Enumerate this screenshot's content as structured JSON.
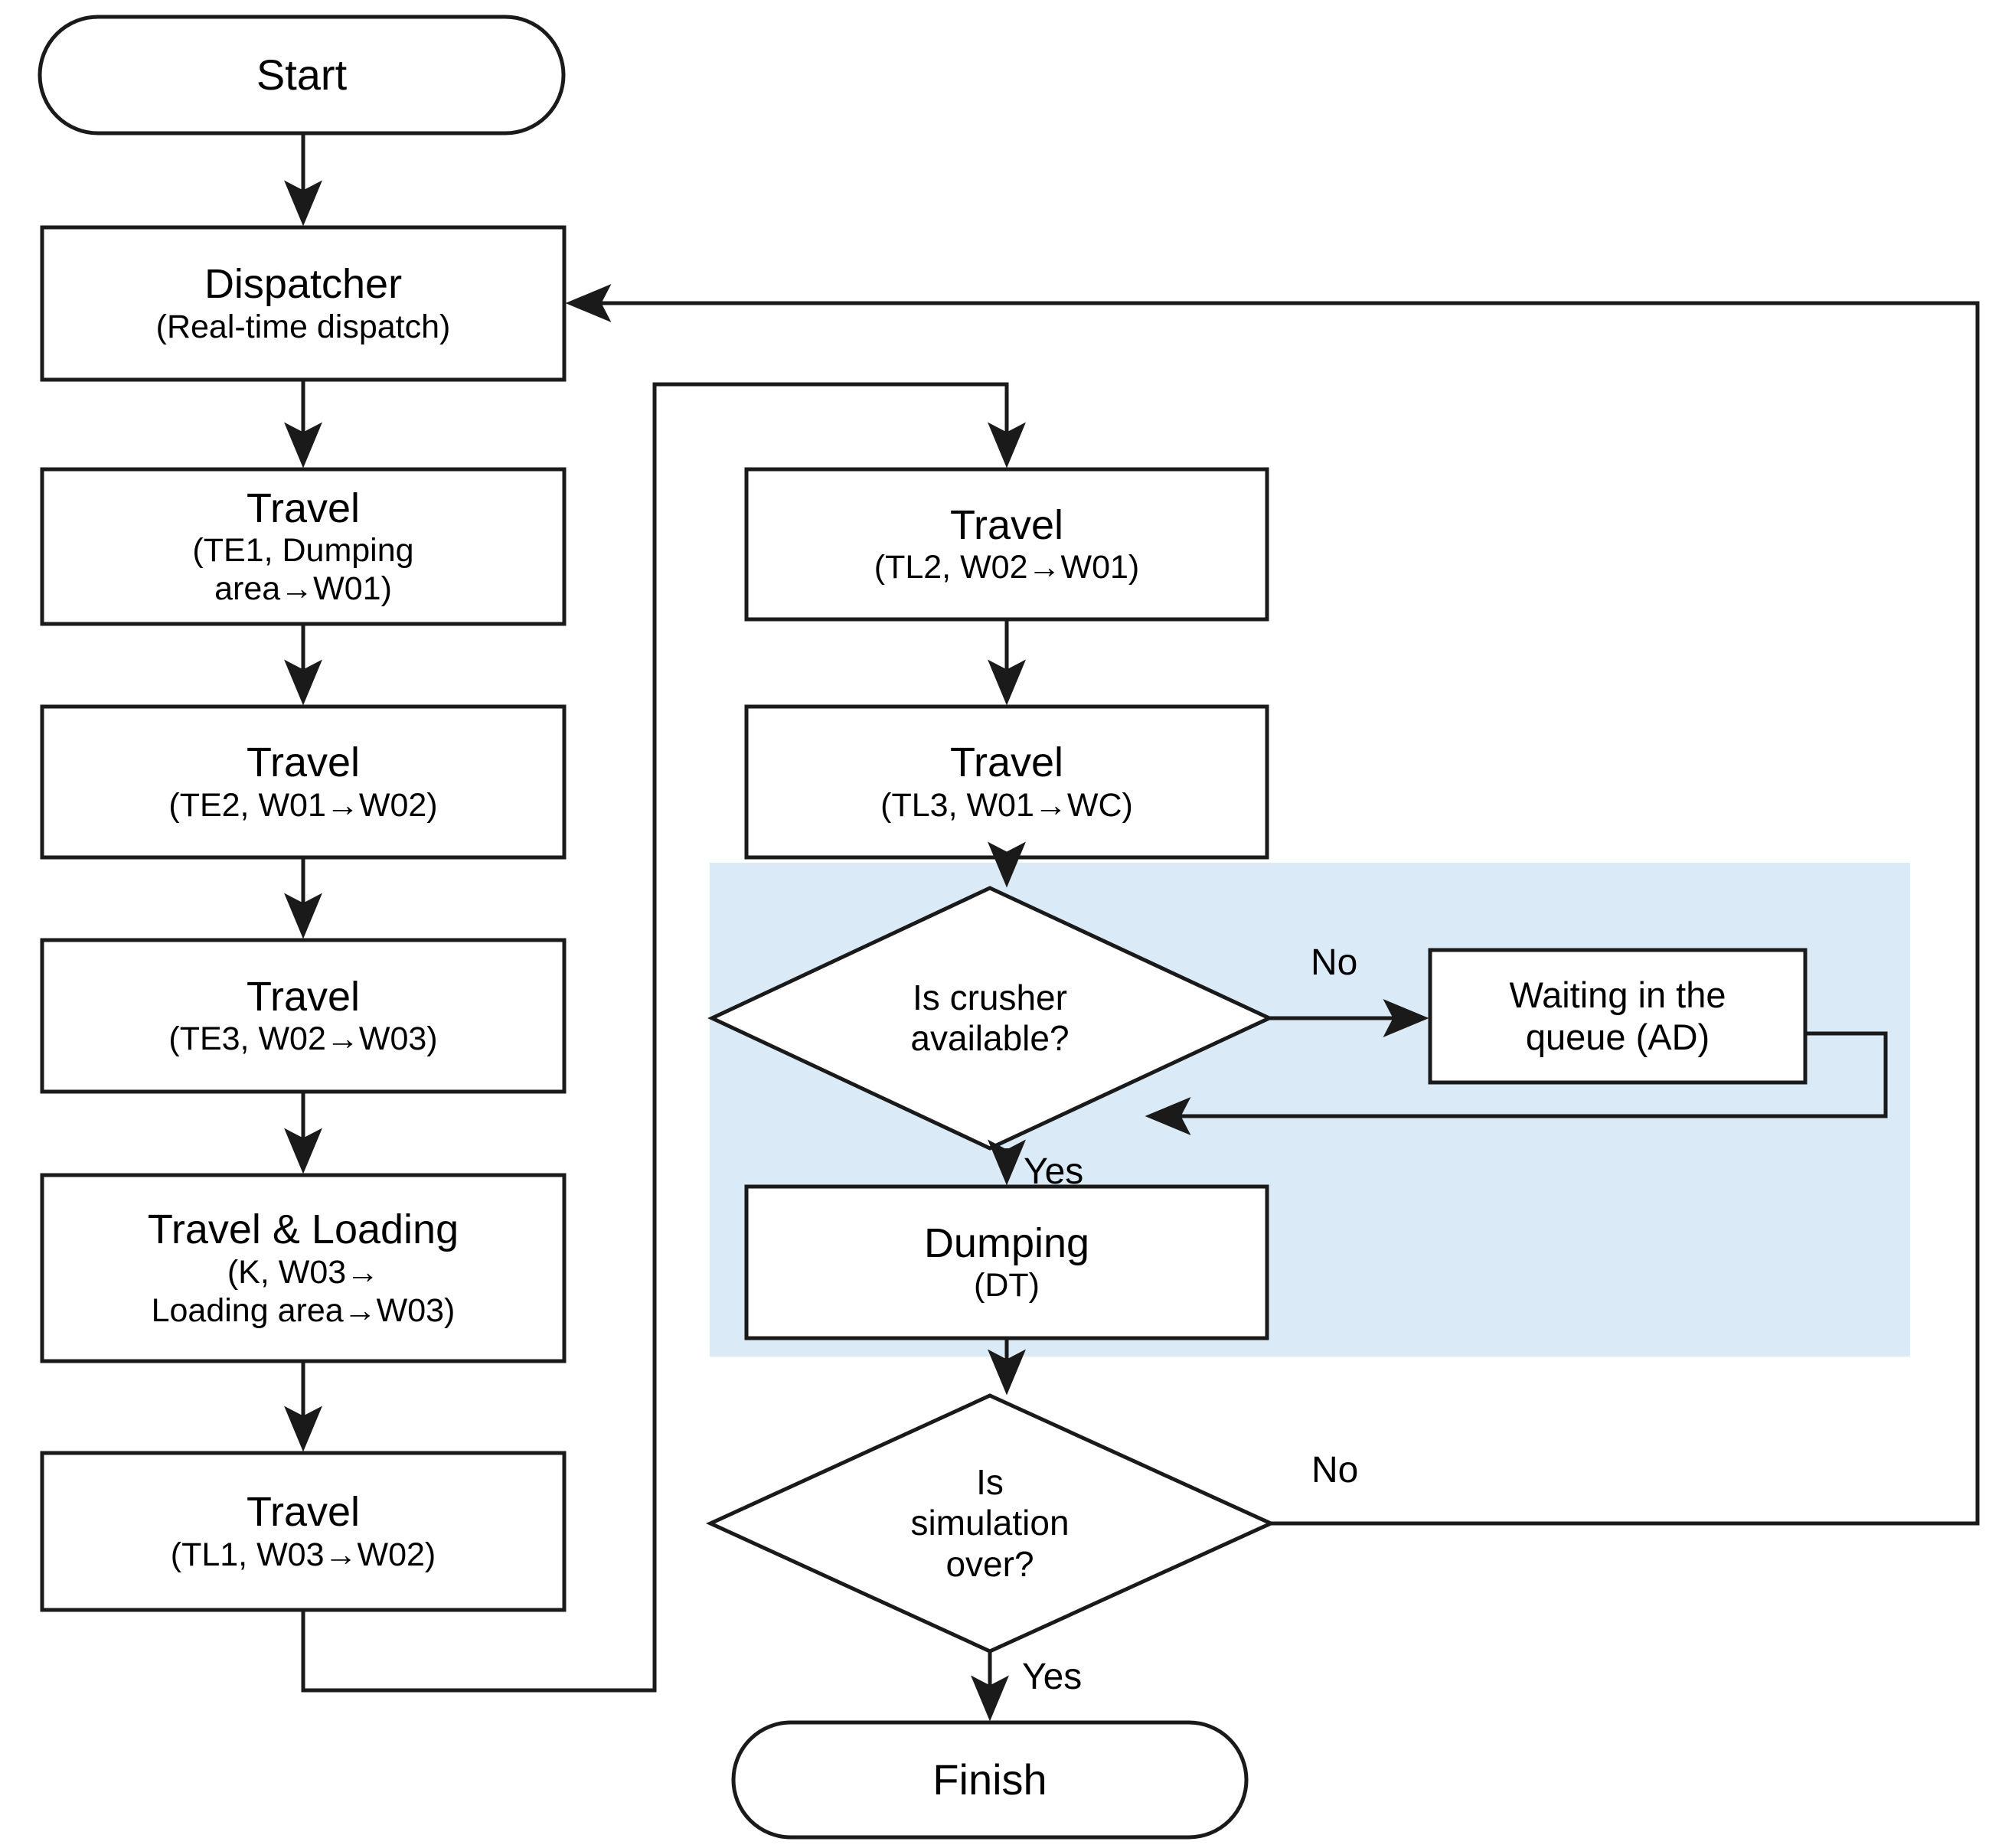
{
  "diagram": {
    "type": "flowchart",
    "title": "Truck haulage simulation process flowchart",
    "colors": {
      "highlight_region": "#daeaf6",
      "stroke": "#1a1a1a",
      "node_fill": "#ffffff",
      "background": "#ffffff"
    },
    "highlight_region_label": "crusher-dumping-subprocess"
  },
  "nodes": {
    "start": {
      "shape": "terminator",
      "label": "Start"
    },
    "dispatcher": {
      "shape": "process",
      "title": "Dispatcher",
      "subtitle": "(Real-time dispatch)"
    },
    "travel_te1": {
      "shape": "process",
      "title": "Travel",
      "subtitle_line1": "(TE1, Dumping",
      "subtitle_line2": "area→W01)"
    },
    "travel_te2": {
      "shape": "process",
      "title": "Travel",
      "subtitle": "(TE2, W01→W02)"
    },
    "travel_te3": {
      "shape": "process",
      "title": "Travel",
      "subtitle": "(TE3, W02→W03)"
    },
    "travel_loading_k": {
      "shape": "process",
      "title": "Travel & Loading",
      "subtitle_line1": "(K, W03→",
      "subtitle_line2": "Loading area→W03)"
    },
    "travel_tl1": {
      "shape": "process",
      "title": "Travel",
      "subtitle": "(TL1, W03→W02)"
    },
    "travel_tl2": {
      "shape": "process",
      "title": "Travel",
      "subtitle": "(TL2, W02→W01)"
    },
    "travel_tl3": {
      "shape": "process",
      "title": "Travel",
      "subtitle": "(TL3, W01→WC)"
    },
    "crusher_decision": {
      "shape": "decision",
      "line1": "Is crusher",
      "line2": "available?"
    },
    "waiting_queue": {
      "shape": "process",
      "line1": "Waiting in the",
      "line2": "queue (AD)"
    },
    "dumping": {
      "shape": "process",
      "title": "Dumping",
      "subtitle": "(DT)"
    },
    "simulation_decision": {
      "shape": "decision",
      "line1": "Is",
      "line2": "simulation",
      "line3": "over?"
    },
    "finish": {
      "shape": "terminator",
      "label": "Finish"
    }
  },
  "edge_labels": {
    "crusher_no": "No",
    "crusher_yes": "Yes",
    "simulation_no": "No",
    "simulation_yes": "Yes"
  },
  "edges": [
    {
      "from": "start",
      "to": "dispatcher",
      "label": ""
    },
    {
      "from": "dispatcher",
      "to": "travel_te1",
      "label": ""
    },
    {
      "from": "travel_te1",
      "to": "travel_te2",
      "label": ""
    },
    {
      "from": "travel_te2",
      "to": "travel_te3",
      "label": ""
    },
    {
      "from": "travel_te3",
      "to": "travel_loading_k",
      "label": ""
    },
    {
      "from": "travel_loading_k",
      "to": "travel_tl1",
      "label": ""
    },
    {
      "from": "travel_tl1",
      "to": "travel_tl2",
      "label": ""
    },
    {
      "from": "travel_tl2",
      "to": "travel_tl3",
      "label": ""
    },
    {
      "from": "travel_tl3",
      "to": "crusher_decision",
      "label": ""
    },
    {
      "from": "crusher_decision",
      "to": "waiting_queue",
      "label": "No"
    },
    {
      "from": "waiting_queue",
      "to": "crusher_decision",
      "label": ""
    },
    {
      "from": "crusher_decision",
      "to": "dumping",
      "label": "Yes"
    },
    {
      "from": "dumping",
      "to": "simulation_decision",
      "label": ""
    },
    {
      "from": "simulation_decision",
      "to": "dispatcher",
      "label": "No"
    },
    {
      "from": "simulation_decision",
      "to": "finish",
      "label": "Yes"
    }
  ]
}
